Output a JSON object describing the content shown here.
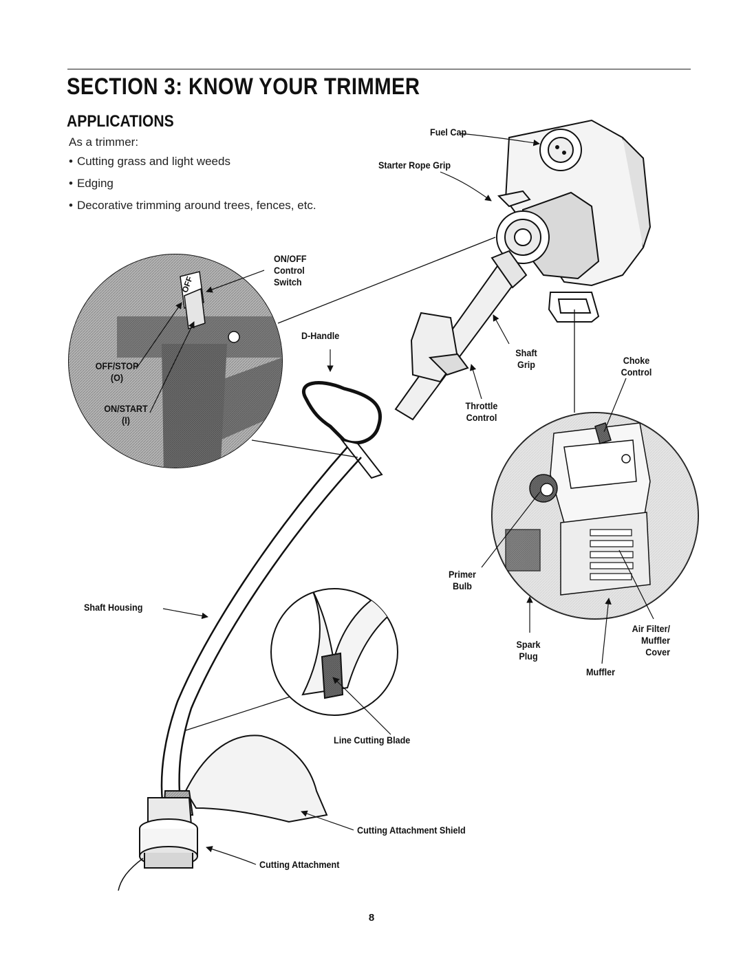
{
  "section_title": "SECTION 3: KNOW YOUR TRIMMER",
  "subsection_title": "APPLICATIONS",
  "intro": "As a trimmer:",
  "applications": [
    "Cutting grass and light weeds",
    "Edging",
    "Decorative trimming around trees, fences, etc."
  ],
  "labels": {
    "fuel_cap": "Fuel Cap",
    "starter_rope_grip": "Starter Rope Grip",
    "on_off_control_switch": "ON/OFF\nControl\nSwitch",
    "d_handle": "D-Handle",
    "shaft_grip": "Shaft\nGrip",
    "choke_control": "Choke\nControl",
    "off_stop": "OFF/STOP\n(O)",
    "on_start": "ON/START\n(I)",
    "throttle_control": "Throttle\nControl",
    "primer_bulb": "Primer\nBulb",
    "shaft_housing": "Shaft Housing",
    "spark_plug": "Spark\nPlug",
    "air_filter_muffler_cover": "Air Filter/\nMuffler\nCover",
    "muffler": "Muffler",
    "line_cutting_blade": "Line Cutting Blade",
    "cutting_attachment_shield": "Cutting Attachment Shield",
    "cutting_attachment": "Cutting Attachment",
    "switch_off_text": "OFF"
  },
  "page_number": "8"
}
